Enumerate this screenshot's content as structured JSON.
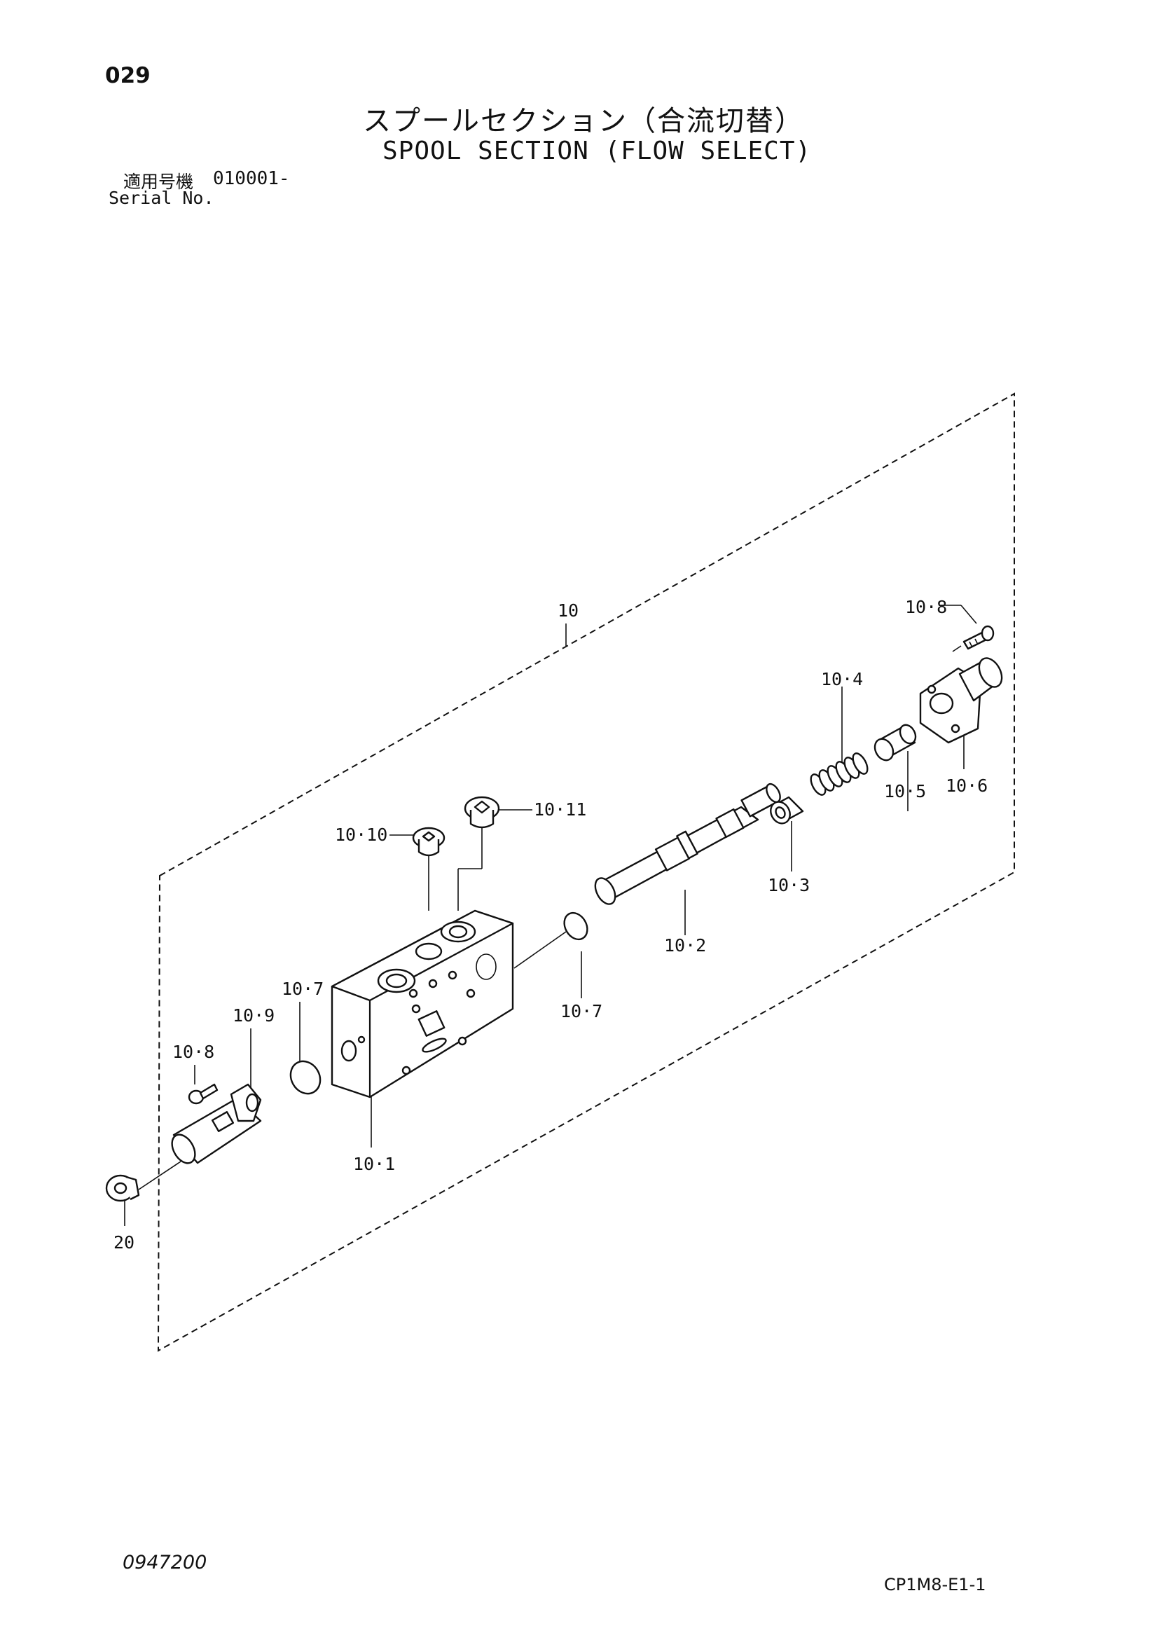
{
  "header": {
    "page_number": "029",
    "title_jp": "スプールセクション（合流切替）",
    "title_en": "SPOOL SECTION (FLOW SELECT)",
    "serial_label_jp": "適用号機",
    "serial_value": "010001-",
    "serial_label_en": "Serial No."
  },
  "callouts": {
    "c10": "10",
    "c10_8_top": "10·8",
    "c10_4": "10·4",
    "c10_6": "10·6",
    "c10_5": "10·5",
    "c10_11": "10·11",
    "c10_10": "10·10",
    "c10_3": "10·3",
    "c10_2": "10·2",
    "c10_7_right": "10·7",
    "c10_7_left": "10·7",
    "c10_9": "10·9",
    "c10_8_left": "10·8",
    "c10_1": "10·1",
    "c20": "20"
  },
  "footer": {
    "drawing_number": "0947200",
    "sheet_code": "CP1M8-E1-1"
  }
}
